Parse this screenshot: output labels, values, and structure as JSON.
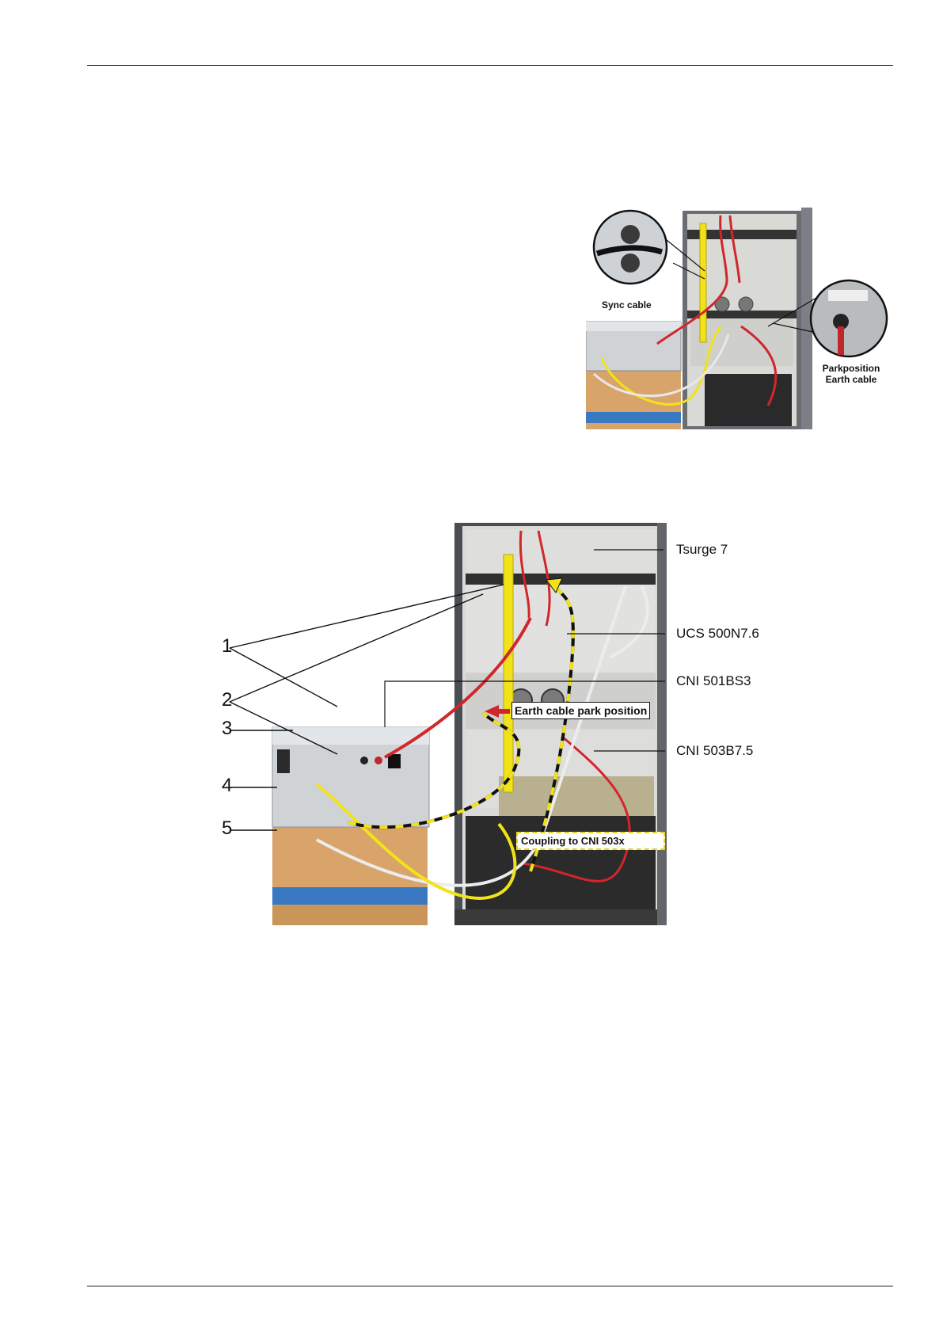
{
  "figure1": {
    "callout_sync": "Sync cable",
    "callout_park_line1": "Parkposition",
    "callout_park_line2": "Earth cable"
  },
  "figure2": {
    "numbers": [
      "1",
      "2",
      "3",
      "4",
      "5"
    ],
    "labels": {
      "tsurge": "Tsurge 7",
      "ucs": "UCS 500N7.6",
      "cni501": "CNI 501BS3",
      "cni503": "CNI 503B7.5",
      "earth_park": "Earth cable park position",
      "coupling": "Coupling to CNI 503x"
    }
  },
  "colors": {
    "cable_red": "#d1262c",
    "cable_yellow": "#f2e21a",
    "rack_panel": "#d9d9d5",
    "rack_frame": "#4a4d52",
    "desk_wood": "#d9a46a",
    "desk_blue": "#3a78c2"
  }
}
